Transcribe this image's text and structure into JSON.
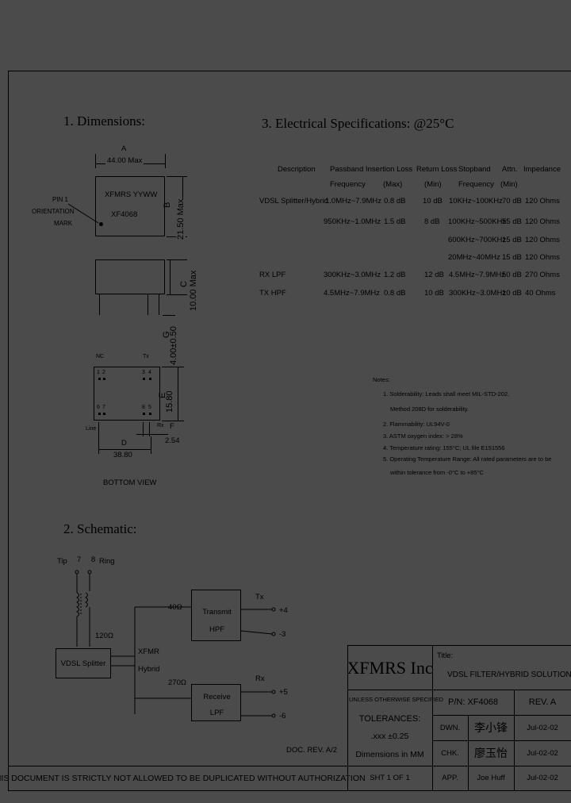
{
  "headings": {
    "dimensions": "1. Dimensions:",
    "electrical": "3. Electrical   Specifications: @25°C",
    "schematic": "2. Schematic:"
  },
  "dimensions": {
    "a_label": "A",
    "a_value": "44.00 Max",
    "b_label": "B",
    "b_value": "21.50  Max",
    "c_label": "C",
    "c_value": "10.00  Max",
    "g_label": "G",
    "g_value": "4.00±0.50",
    "e_label": "E",
    "e_value": "15.80",
    "f_label": "F",
    "f_value": "2.54",
    "d_label": "D",
    "d_value": "38.80",
    "marking_line1": "XFMRS YYWW",
    "marking_line2": "XF4068",
    "pin1_line1": "PIN 1",
    "pin1_line2": "ORIENTATION",
    "pin1_line3": "MARK",
    "label_nc": "NC",
    "label_tx": "Tx",
    "label_rx": "Rx",
    "label_line": "Line",
    "pin1": "1",
    "pin2": "2",
    "pin3": "3",
    "pin4": "4",
    "pin5": "5",
    "pin6": "6",
    "pin7": "7",
    "pin8": "8",
    "bottom_view": "BOTTOM VIEW"
  },
  "spec_headers": {
    "description": "Description",
    "passband_1": "Passband",
    "passband_2": "Frequency",
    "insertion_1": "Insertion Loss",
    "insertion_2": "(Max)",
    "return_1": "Return Loss",
    "return_2": "(Min)",
    "stopband_1": "Stopband",
    "stopband_2": "Frequency",
    "attn_1": "Attn.",
    "attn_2": "(Min)",
    "impedance": "Impedance"
  },
  "spec_rows": [
    {
      "desc": "VDSL Splitter/Hybrid",
      "passband": "1.0MHz~7.9MHz",
      "insertion": "0.8 dB",
      "return_loss": "10 dB",
      "stopband": "10KHz~100KHz",
      "attn": "70 dB",
      "impedance": "120 Ohms"
    },
    {
      "desc": "",
      "passband": "950KHz~1.0MHz",
      "insertion": "1.5 dB",
      "return_loss": "8 dB",
      "stopband": "100KHz~500KHz",
      "attn": "55 dB",
      "impedance": "120 Ohms"
    },
    {
      "desc": "",
      "passband": "",
      "insertion": "",
      "return_loss": "",
      "stopband": "600KHz~700KHz",
      "attn": "15 dB",
      "impedance": "120 Ohms"
    },
    {
      "desc": "",
      "passband": "",
      "insertion": "",
      "return_loss": "",
      "stopband": "20MHz~40MHz",
      "attn": "15 dB",
      "impedance": "120 Ohms"
    },
    {
      "desc": "RX LPF",
      "passband": "300KHz~3.0MHz",
      "insertion": "1.2 dB",
      "return_loss": "12 dB",
      "stopband": "4.5MHz~7.9MHz",
      "attn": "50 dB",
      "impedance": "270 Ohms"
    },
    {
      "desc": "TX HPF",
      "passband": "4.5MHz~7.9MHz",
      "insertion": "0.8 dB",
      "return_loss": "10 dB",
      "stopband": "300KHz~3.0MHz",
      "attn": "10 dB",
      "impedance": "40 Ohms"
    }
  ],
  "notes": {
    "title": "Notes:",
    "n1a": "1. Solderability: Leads shall meet MIL-STD-202,",
    "n1b": "Method 208D for solderability.",
    "n2": "2. Flammability: UL94V-0",
    "n3": "3. ASTM oxygen index: > 28%",
    "n4": "4. Temperature rating: 155°C; UL file E151556",
    "n5a": "5. Operating Temperature Range: All rated parameters are to be",
    "n5b": "within tolerance from -0°C to +85°C"
  },
  "schematic": {
    "tip": "Tip",
    "pin7": "7",
    "pin8": "8",
    "ring": "Ring",
    "r120": "120Ω",
    "splitter": "VDSL Splitter",
    "xfmr_1": "XFMR",
    "xfmr_2": "Hybrid",
    "r40": "40Ω",
    "transmit_1": "Transmit",
    "transmit_2": "HPF",
    "tx": "Tx",
    "out_p4": "+4",
    "out_m3": "-3",
    "r270": "270Ω",
    "receive_1": "Receive",
    "receive_2": "LPF",
    "rx": "Rx",
    "out_p5": "+5",
    "out_m6": "-6"
  },
  "title_block": {
    "doc_rev": "DOC. REV. A/2",
    "company": "XFMRS Inc",
    "title_label": "Title:",
    "title_value": "VDSL FILTER/HYBRID SOLUTION",
    "tol_1": "UNLESS OTHERWISE SPECIFIED",
    "tol_2": "TOLERANCES:",
    "tol_3": ".xxx ±0.25",
    "tol_4": "Dimensions in MM",
    "pn": "P/N: XF4068",
    "rev": "REV. A",
    "dwn": "DWN.",
    "dwn_name": "李小锋",
    "dwn_date": "Jul-02-02",
    "chk": "CHK.",
    "chk_name": "廖玉怡",
    "chk_date": "Jul-02-02",
    "app": "APP.",
    "app_name": "Joe Huff",
    "app_date": "Jul-02-02",
    "sheet": "SHT 1 OF 1",
    "footer": "THIS DOCUMENT IS STRICTLY NOT ALLOWED TO BE DUPLICATED WITHOUT AUTHORIZATION"
  }
}
